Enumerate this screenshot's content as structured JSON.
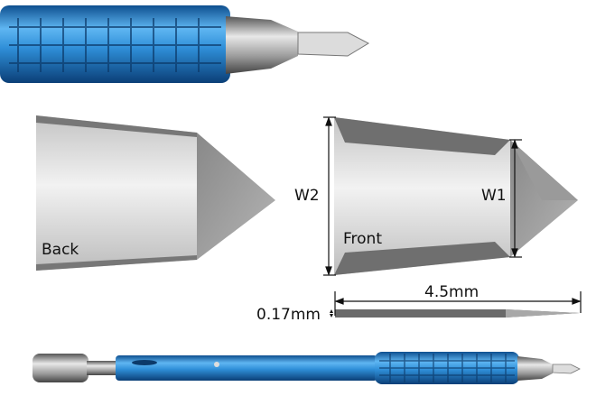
{
  "labels": {
    "back": "Back",
    "front": "Front",
    "w1": "W1",
    "w2": "W2",
    "length": "4.5mm",
    "thickness": "0.17mm"
  },
  "colors": {
    "handle_blue": "#2f8fd8",
    "steel": "#b8b8b8",
    "blade_dark": "#6e6e6e"
  }
}
